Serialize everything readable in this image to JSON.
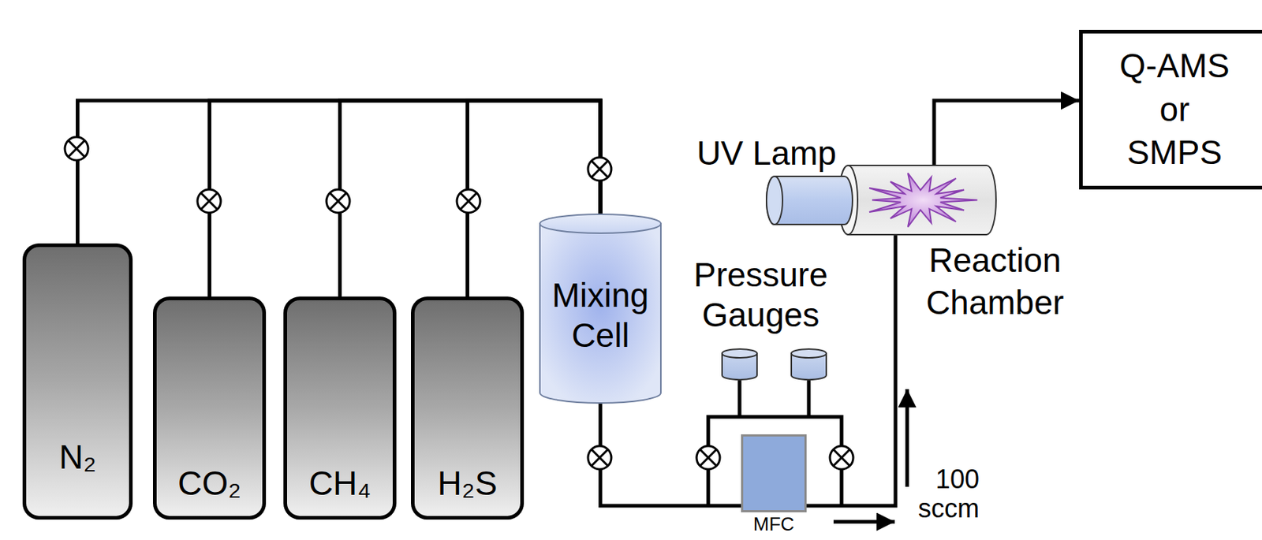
{
  "diagram": {
    "nodes": [
      {
        "text": [
          "N₂"
        ]
      },
      {
        "text": [
          "CO₂"
        ]
      },
      {
        "text": [
          "CH₄"
        ]
      },
      {
        "text": [
          "H₂S"
        ]
      },
      {
        "text": [
          "Mixing Cell"
        ]
      },
      {
        "text": [
          "MFC"
        ]
      },
      {
        "text": [
          "UV Lamp"
        ]
      },
      {
        "text": [
          "Reaction Chamber"
        ]
      },
      {
        "text": [
          "Q-AMS or SMPS"
        ]
      }
    ],
    "edges": [
      {
        "from": 0,
        "to": 4,
        "arrow": "none"
      },
      {
        "from": 1,
        "to": 4,
        "arrow": "none"
      },
      {
        "from": 2,
        "to": 4,
        "arrow": "none"
      },
      {
        "from": 3,
        "to": 4,
        "arrow": "none"
      },
      {
        "from": 4,
        "to": 5,
        "arrow": "none"
      },
      {
        "from": 5,
        "to": 7,
        "arrow": "none"
      },
      {
        "from": 7,
        "to": 8,
        "arrow": "to"
      }
    ],
    "labels": [
      "Pressure Gauges",
      "100 sccm"
    ]
  }
}
